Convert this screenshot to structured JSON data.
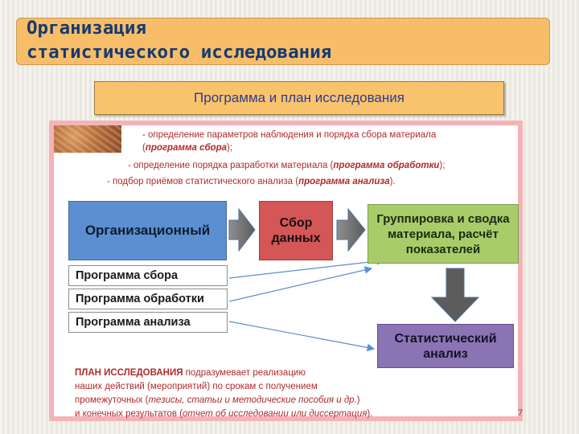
{
  "slide": {
    "title_line1": "Организация",
    "title_line2": "статистического исследования",
    "subtitle": "Программа и план исследования"
  },
  "bullets": {
    "b1_line1": "- определение параметров наблюдения и порядка сбора материала",
    "b1_open": "(",
    "b1_emph": "программа сбора",
    "b1_close": ");",
    "b2_text": "- определение порядка разработки материала (",
    "b2_emph": "программа обработки",
    "b2_close": ");",
    "b3_text": "- подбор приёмов статистического анализа (",
    "b3_emph": "программа анализа",
    "b3_close": ")."
  },
  "diagram": {
    "stage1": "Организационный",
    "stage2": "Сбор данных",
    "stage3": "Группировка и сводка материала, расчёт показателей",
    "stage4": "Статистический анализ",
    "programs": [
      "Программа сбора",
      "Программа обработки",
      "Программа анализа"
    ]
  },
  "plan_note": {
    "heading": "ПЛАН ИССЛЕДОВАНИЯ",
    "line1_rest": " подразумевает реализацию",
    "line2": "наших действий (мероприятий) по срокам с получением",
    "line3_start": "промежуточных (",
    "line3_emph": "тезисы, статьи и методические пособия и др.",
    "line3_end": ")",
    "line4_start": "и конечных результатов (",
    "line4_emph": "отчет об исследовании или диссертация",
    "line4_end": ")."
  },
  "page_number": "7",
  "colors": {
    "title_bg": "#f7bd68",
    "title_text": "#153a73",
    "stage1": "#5b8fd1",
    "stage2": "#d45657",
    "stage3": "#a8cc6a",
    "stage4": "#8b74b3",
    "bullet_text": "#b02a2a"
  }
}
